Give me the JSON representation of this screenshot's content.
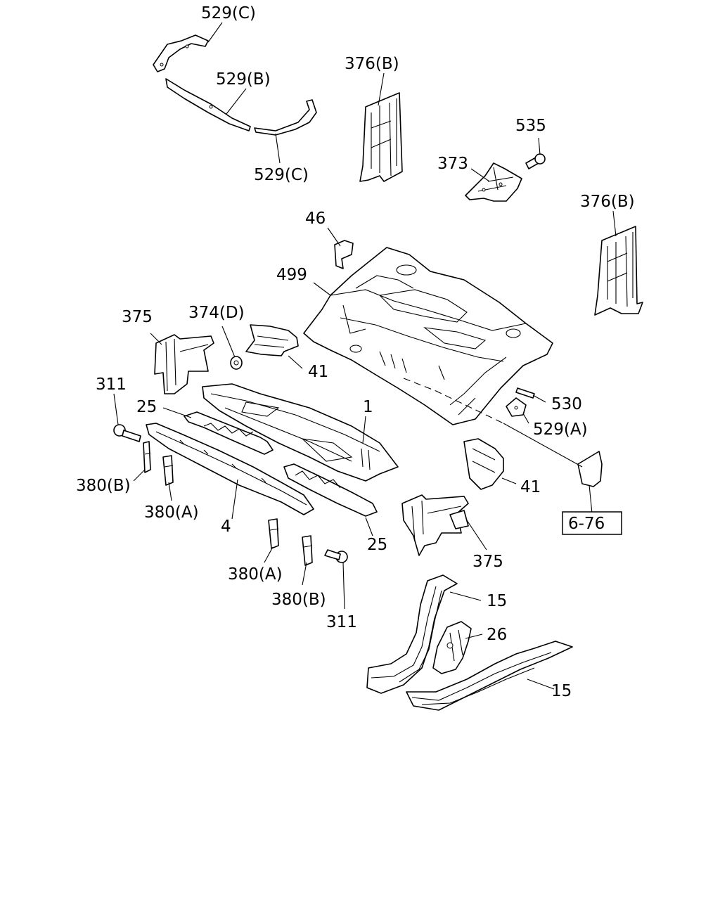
{
  "callouts": {
    "c529c_top": "529(C)",
    "c529b": "529(B)",
    "c529c_bottom": "529(C)",
    "c376b_left": "376(B)",
    "c535": "535",
    "c373": "373",
    "c376b_right": "376(B)",
    "c46": "46",
    "c499": "499",
    "c375_left": "375",
    "c374d": "374(D)",
    "c41_upper": "41",
    "c311_left": "311",
    "c25_left": "25",
    "c1": "1",
    "c530": "530",
    "c529a": "529(A)",
    "c380b_left": "380(B)",
    "c380a_left": "380(A)",
    "c4": "4",
    "c41_lower": "41",
    "c6_76": "6-76",
    "c25_right": "25",
    "c375_right": "375",
    "c380a_mid": "380(A)",
    "c380b_mid": "380(B)",
    "c311_bottom": "311",
    "c15_upper": "15",
    "c26": "26",
    "c15_lower": "15"
  }
}
